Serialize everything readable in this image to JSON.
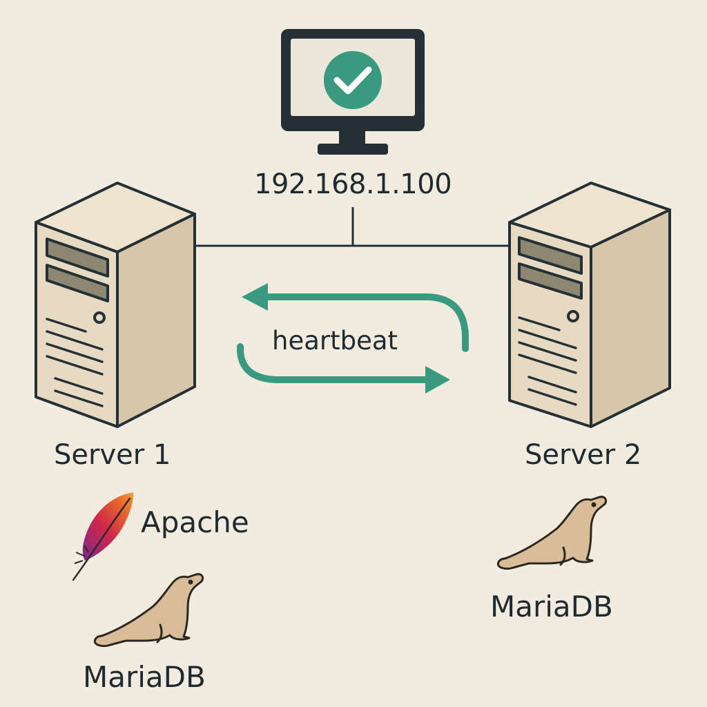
{
  "virtual_ip": "192.168.1.100",
  "link_label": "heartbeat",
  "colors": {
    "background": "#f2ebe0",
    "server_front": "#e7dac3",
    "server_side": "#d9c9ad",
    "outline": "#243036",
    "accent": "#3a9a80",
    "monitor_screen": "#ece7db"
  },
  "monitor": {
    "icon": "check-icon"
  },
  "servers": [
    {
      "label": "Server 1",
      "services": [
        {
          "name": "Apache",
          "icon": "feather-icon"
        },
        {
          "name": "MariaDB",
          "icon": "seal-icon"
        }
      ]
    },
    {
      "label": "Server 2",
      "services": [
        {
          "name": "MariaDB",
          "icon": "seal-icon"
        }
      ]
    }
  ]
}
